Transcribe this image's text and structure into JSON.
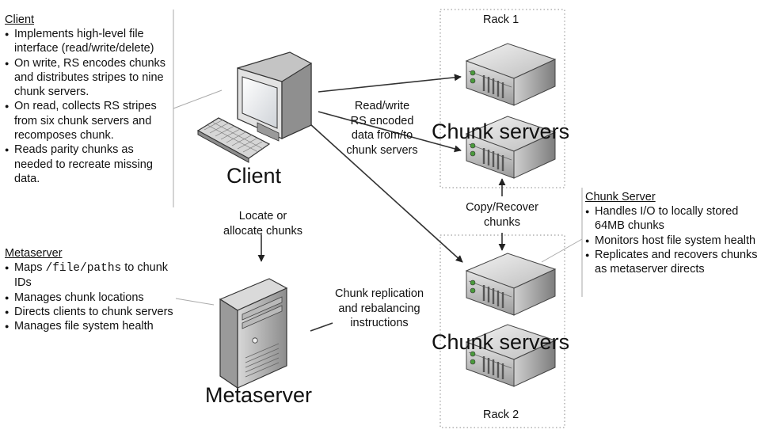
{
  "client_panel": {
    "title": "Client",
    "items": [
      "Implements high-level file interface (read/write/delete)",
      "On write, RS encodes chunks and distributes stripes to nine chunk servers.",
      "On read, collects RS stripes from six chunk servers and recomposes chunk.",
      "Reads parity chunks as needed to recreate missing data."
    ]
  },
  "metaserver_panel": {
    "title": "Metaserver",
    "item1_prefix": "Maps ",
    "item1_code": "/file/paths",
    "item1_suffix": " to chunk IDs",
    "items": [
      "Manages chunk locations",
      "Directs clients to chunk servers",
      "Manages file system health"
    ]
  },
  "chunk_server_panel": {
    "title": "Chunk Server",
    "items": [
      "Handles I/O to locally stored 64MB chunks",
      "Monitors host file system health",
      "Replicates and recovers chunks as metaserver directs"
    ]
  },
  "nodes": {
    "client_label": "Client",
    "metaserver_label": "Metaserver",
    "chunk_servers_top": "Chunk servers",
    "chunk_servers_bottom": "Chunk servers"
  },
  "racks": {
    "rack1": "Rack 1",
    "rack2": "Rack 2"
  },
  "edges": {
    "read_write": [
      "Read/write",
      "RS encoded",
      "data from/to",
      "chunk servers"
    ],
    "locate": [
      "Locate or",
      "allocate chunks"
    ],
    "copy_recover": [
      "Copy/Recover",
      "chunks"
    ],
    "replication": [
      "Chunk replication",
      "and rebalancing",
      "instructions"
    ]
  }
}
